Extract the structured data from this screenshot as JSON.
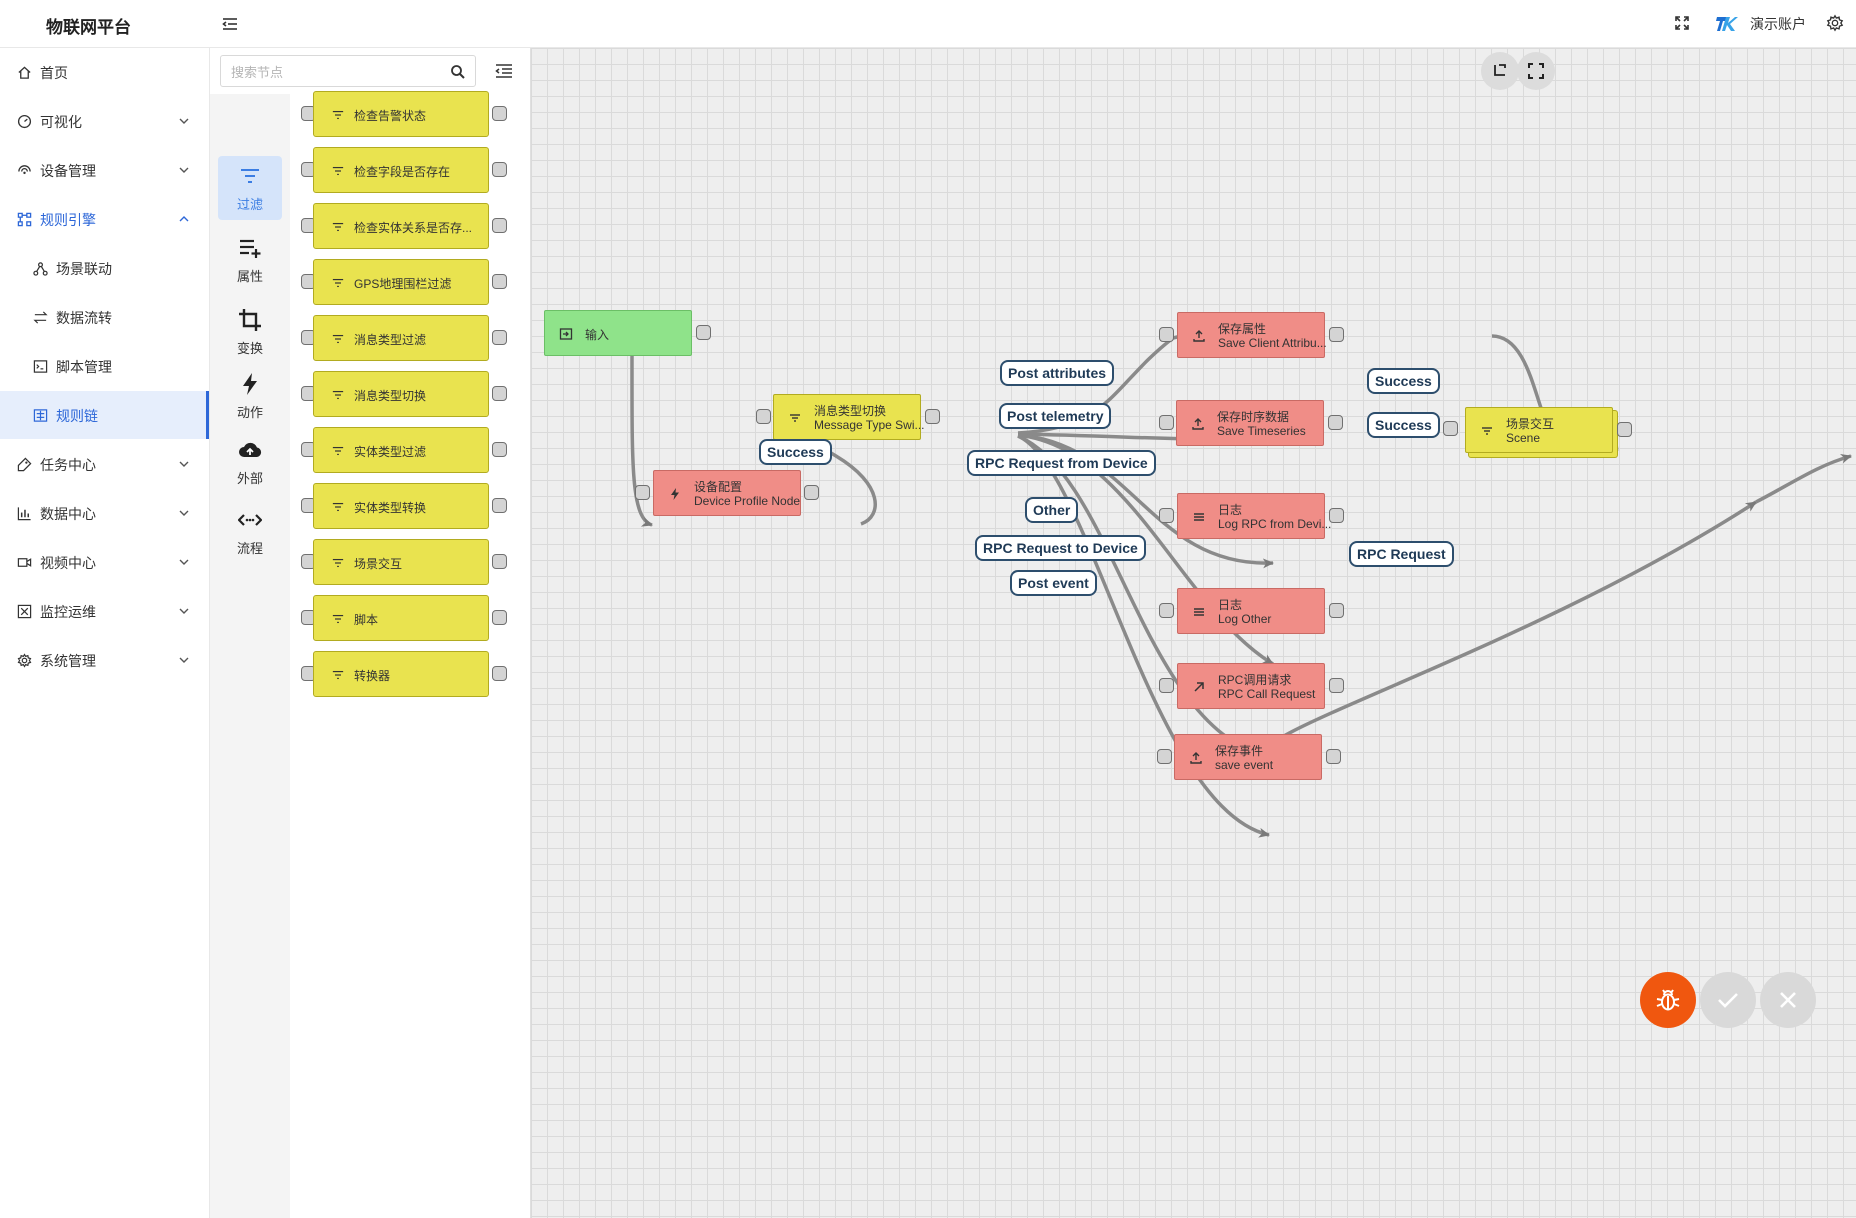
{
  "app": {
    "title": "物联网平台"
  },
  "header": {
    "account": "演示账户"
  },
  "sidebar": {
    "items": [
      {
        "label": "首页",
        "icon": "home-icon"
      },
      {
        "label": "可视化",
        "icon": "dashboard-icon"
      },
      {
        "label": "设备管理",
        "icon": "device-icon"
      },
      {
        "label": "规则引擎",
        "icon": "rule-engine-icon",
        "expanded": true
      },
      {
        "label": "场景联动",
        "icon": "scene-icon"
      },
      {
        "label": "数据流转",
        "icon": "data-flow-icon"
      },
      {
        "label": "脚本管理",
        "icon": "script-icon"
      },
      {
        "label": "规则链",
        "icon": "rule-chain-icon",
        "active": true
      },
      {
        "label": "任务中心",
        "icon": "task-icon"
      },
      {
        "label": "数据中心",
        "icon": "chart-icon"
      },
      {
        "label": "视频中心",
        "icon": "video-icon"
      },
      {
        "label": "监控运维",
        "icon": "monitor-icon"
      },
      {
        "label": "系统管理",
        "icon": "settings-icon"
      }
    ]
  },
  "palette": {
    "search_placeholder": "搜索节点",
    "categories": [
      {
        "label": "过滤",
        "icon": "filter-icon",
        "active": true
      },
      {
        "label": "属性",
        "icon": "attribute-icon"
      },
      {
        "label": "变换",
        "icon": "transform-icon"
      },
      {
        "label": "动作",
        "icon": "action-icon"
      },
      {
        "label": "外部",
        "icon": "cloud-icon"
      },
      {
        "label": "流程",
        "icon": "flow-icon"
      }
    ],
    "nodes": [
      "检查告警状态",
      "检查字段是否存在",
      "检查实体关系是否存...",
      "GPS地理围栏过滤",
      "消息类型过滤",
      "消息类型切换",
      "实体类型过滤",
      "实体类型转换",
      "场景交互",
      "脚本",
      "转换器"
    ]
  },
  "canvas": {
    "nodes": {
      "input": {
        "title": "输入"
      },
      "device_profile": {
        "title": "设备配置",
        "subtitle": "Device Profile Node"
      },
      "msg_switch": {
        "title": "消息类型切换",
        "subtitle": "Message Type Swi..."
      },
      "save_attr": {
        "title": "保存属性",
        "subtitle": "Save Client Attribu..."
      },
      "save_ts": {
        "title": "保存时序数据",
        "subtitle": "Save Timeseries"
      },
      "log_rpc": {
        "title": "日志",
        "subtitle": "Log RPC from Devi..."
      },
      "log_other": {
        "title": "日志",
        "subtitle": "Log Other"
      },
      "rpc_call": {
        "title": "RPC调用请求",
        "subtitle": "RPC Call Request"
      },
      "save_event": {
        "title": "保存事件",
        "subtitle": "save event"
      },
      "scene": {
        "title": "场景交互",
        "subtitle": "Scene"
      }
    },
    "edge_labels": {
      "success_profile": "Success",
      "post_attributes": "Post attributes",
      "post_telemetry": "Post telemetry",
      "rpc_from_device": "RPC Request from Device",
      "other": "Other",
      "rpc_to_device": "RPC Request to Device",
      "post_event": "Post event",
      "success_attr": "Success",
      "success_ts": "Success",
      "rpc_request": "RPC Request"
    }
  },
  "colors": {
    "accent": "#2d67d8",
    "filter_node": "#e9e34f",
    "action_node": "#f08d87",
    "input_node": "#8fe38a",
    "debug_fab": "#f0570f"
  }
}
